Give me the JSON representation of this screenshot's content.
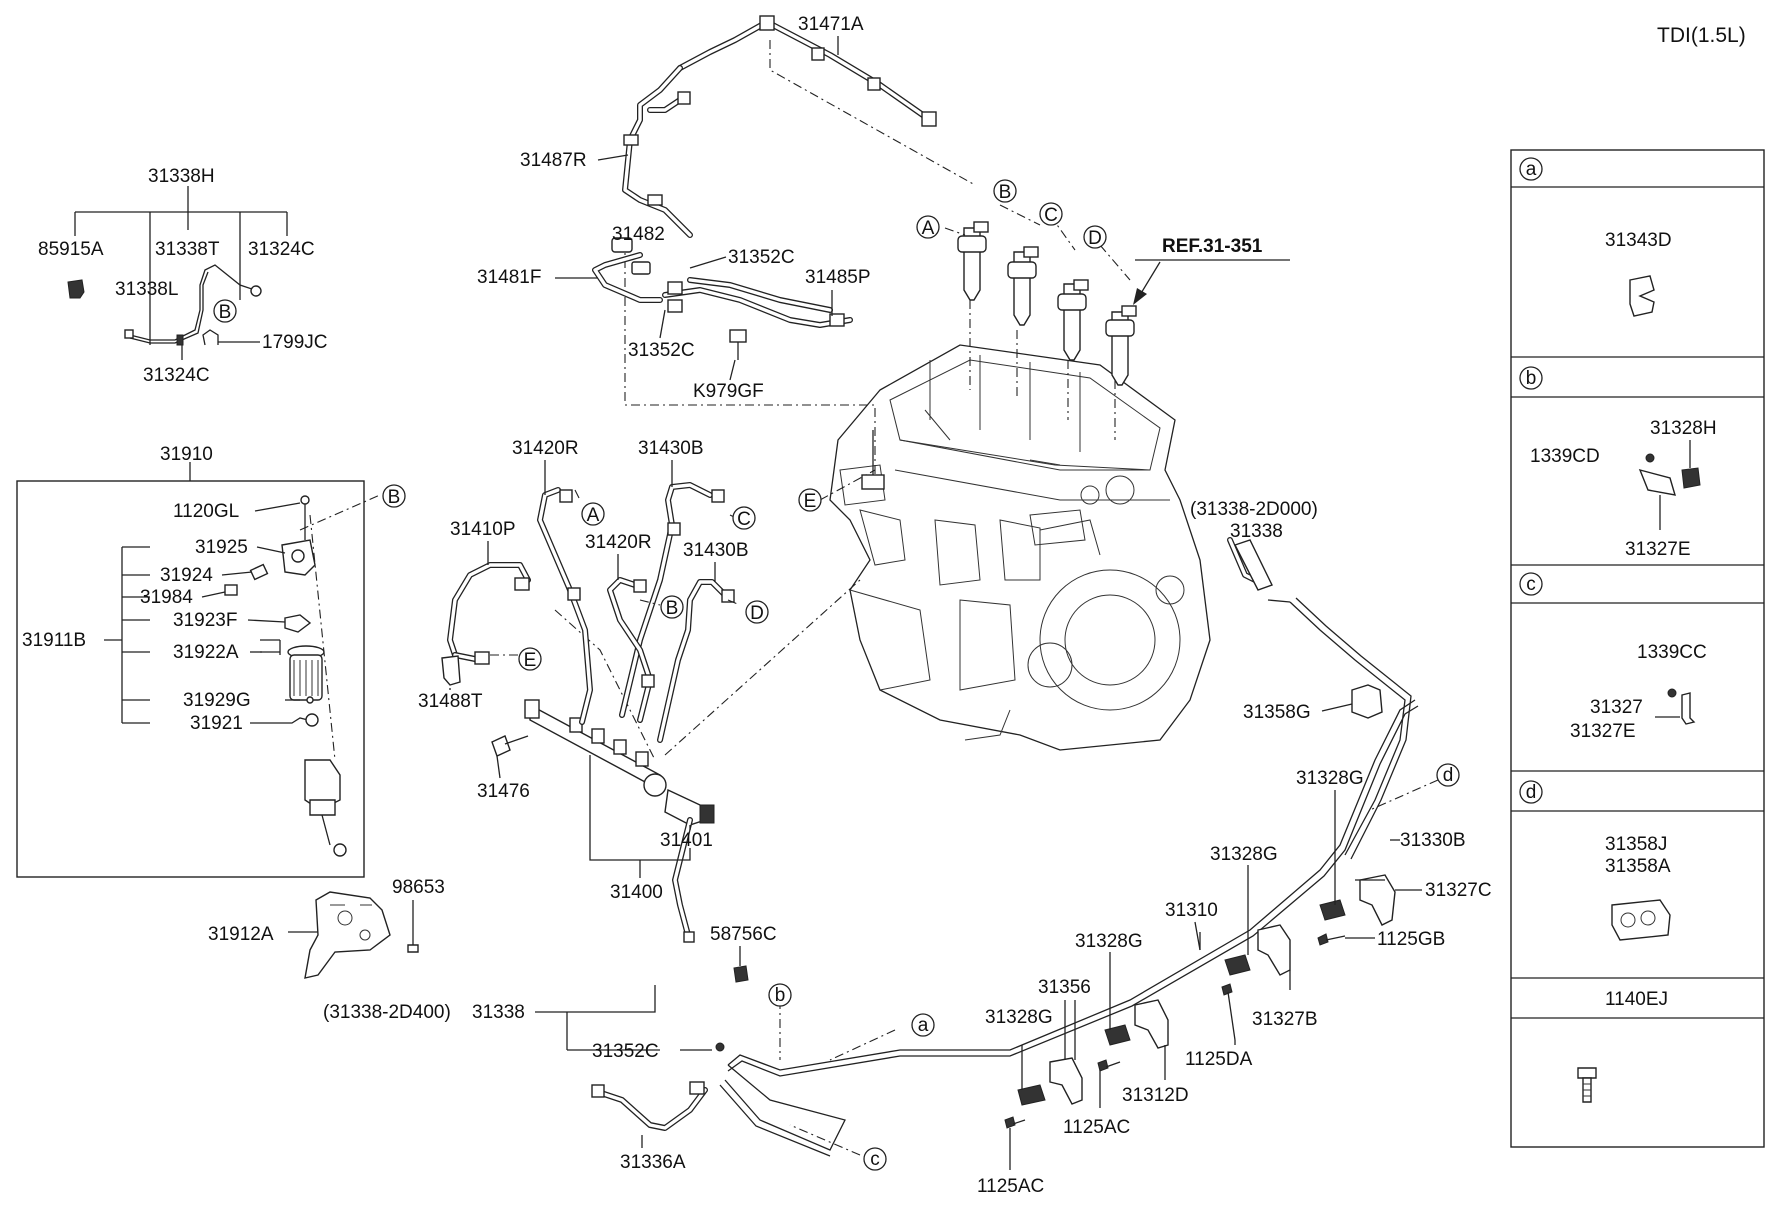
{
  "title": "TDI(1.5L)",
  "reference": "REF.31-351",
  "labels": {
    "p31471A": "31471A",
    "p31487R": "31487R",
    "p31338H": "31338H",
    "p85915A": "85915A",
    "p31338T": "31338T",
    "p31324C_top": "31324C",
    "p31338L": "31338L",
    "p1799JC": "1799JC",
    "p31324C_bot": "31324C",
    "p31482": "31482",
    "p31352C_a": "31352C",
    "p31481F": "31481F",
    "p31485P": "31485P",
    "p31352C_b": "31352C",
    "pK979GF": "K979GF",
    "p31910": "31910",
    "p1120GL": "1120GL",
    "p31925": "31925",
    "p31924": "31924",
    "p31984": "31984",
    "p31923F": "31923F",
    "p31911B": "31911B",
    "p31922A": "31922A",
    "p31929G": "31929G",
    "p31921": "31921",
    "p31420R_a": "31420R",
    "p31430B_a": "31430B",
    "p31410P": "31410P",
    "p31420R_b": "31420R",
    "p31430B_b": "31430B",
    "p31488T": "31488T",
    "p31476": "31476",
    "p31401": "31401",
    "p31400": "31400",
    "p98653": "98653",
    "p31912A": "31912A",
    "p58756C": "58756C",
    "p31338_bl": "31338",
    "p31338_2D400": "(31338-2D400)",
    "p31352C_c": "31352C",
    "p31336A": "31336A",
    "p31338_2D000": "(31338-2D000)",
    "p31338_r": "31338",
    "p31358G": "31358G",
    "p31328G_1": "31328G",
    "p31330B": "31330B",
    "p31328G_2": "31328G",
    "p31327C": "31327C",
    "p31310": "31310",
    "p1125GB": "1125GB",
    "p31328G_3": "31328G",
    "p31356": "31356",
    "p31327B": "31327B",
    "p31328G_4": "31328G",
    "p1125DA": "1125DA",
    "p31312D": "31312D",
    "p1125AC_a": "1125AC",
    "p1125AC_b": "1125AC"
  },
  "callouts": [
    "A",
    "B",
    "C",
    "D",
    "E",
    "a",
    "b",
    "c",
    "d"
  ],
  "side_panel": {
    "sections": [
      {
        "letter": "a",
        "parts": [
          "31343D"
        ]
      },
      {
        "letter": "b",
        "parts": [
          "1339CD",
          "31328H",
          "31327E"
        ]
      },
      {
        "letter": "c",
        "parts": [
          "1339CC",
          "31327",
          "31327E"
        ]
      },
      {
        "letter": "d",
        "parts": [
          "31358J",
          "31358A"
        ]
      },
      {
        "letter": "",
        "parts": [
          "1140EJ"
        ]
      }
    ]
  }
}
